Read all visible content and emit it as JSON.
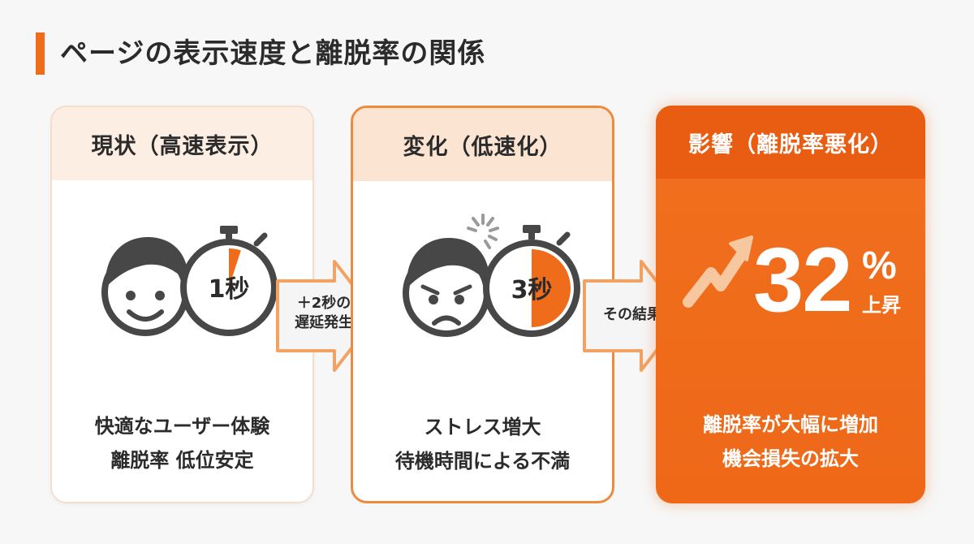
{
  "page": {
    "title": "ページの表示速度と離脱率の関係"
  },
  "colors": {
    "accent": "#ef6c1a",
    "card3_bg": "#ee6818",
    "face": "#4a4a4a"
  },
  "cards": [
    {
      "heading": "現状（高速表示）",
      "timer_value": "1秒",
      "timer_fill": 0.05,
      "face": "smiling-face-icon",
      "lines": [
        "快適なユーザー体験",
        "離脱率 低位安定"
      ]
    },
    {
      "heading": "変化（低速化）",
      "timer_value": "3秒",
      "timer_fill": 0.5,
      "face": "frustrated-face-icon",
      "lines": [
        "ストレス増大",
        "待機時間による不満"
      ]
    },
    {
      "heading": "影響（離脱率悪化）",
      "stat_value": "32",
      "stat_unit": "%",
      "stat_caption": "上昇",
      "lines": [
        "離脱率が大幅に増加",
        "機会損失の拡大"
      ]
    }
  ],
  "arrows": [
    {
      "lines": [
        "＋2秒の",
        "遅延発生"
      ]
    },
    {
      "lines": [
        "その結果"
      ]
    }
  ]
}
